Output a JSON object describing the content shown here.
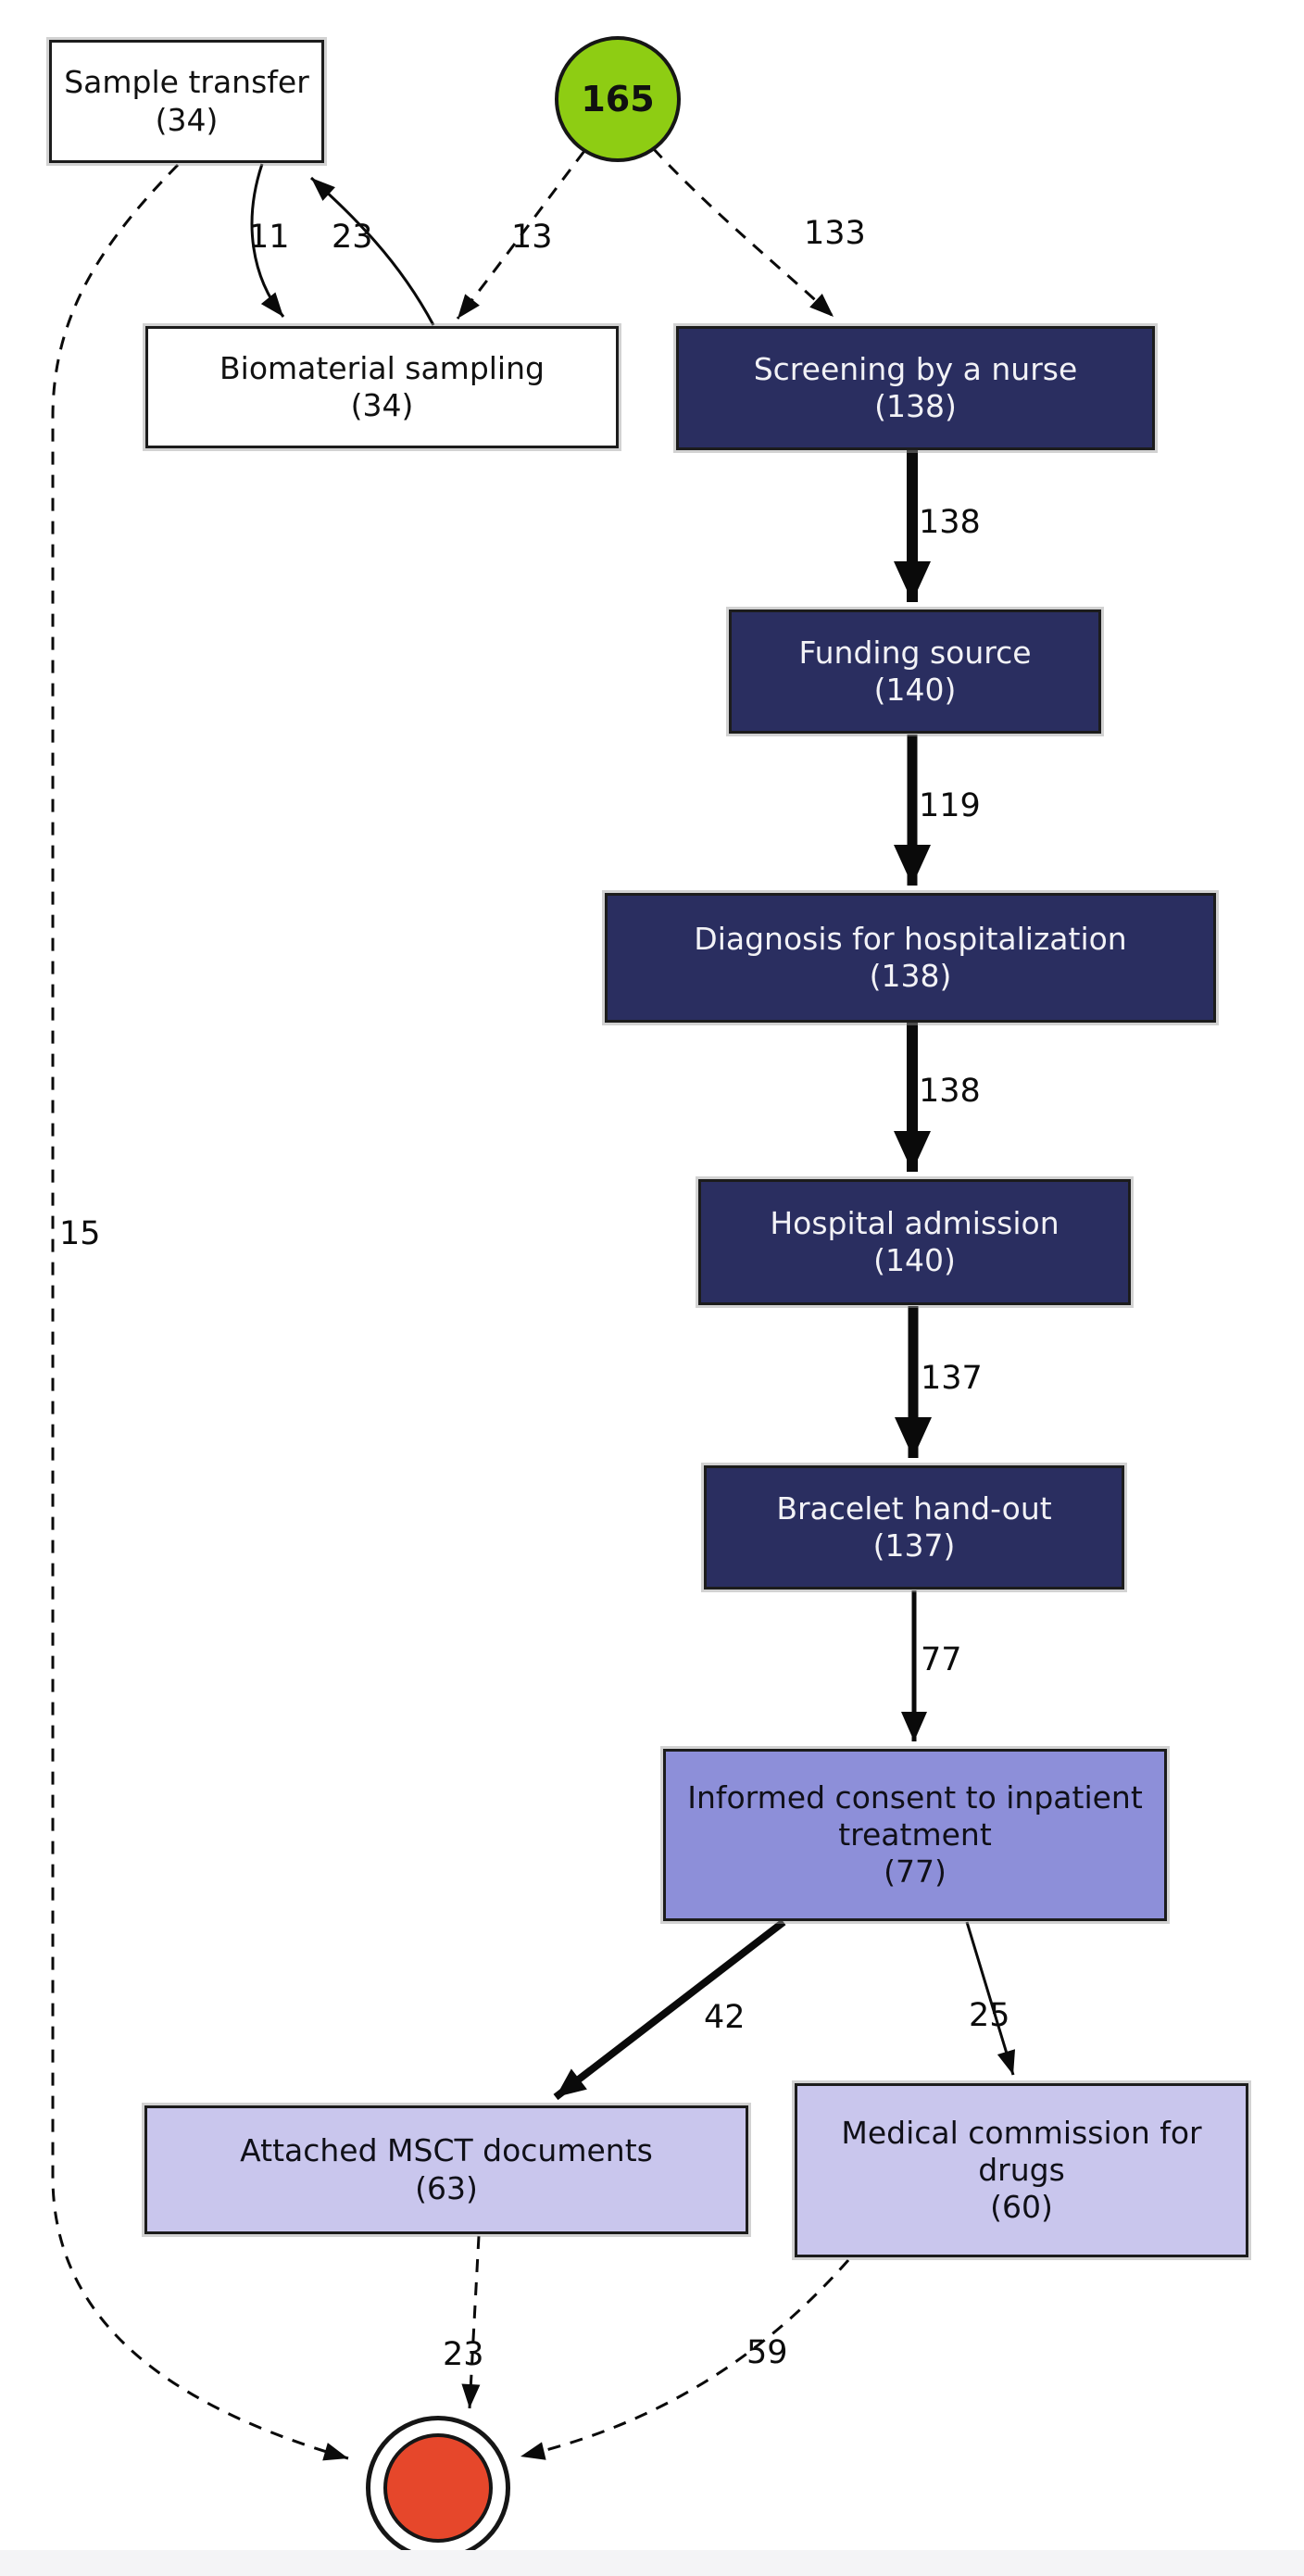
{
  "diagram": {
    "type": "process-map",
    "start_node": {
      "label": "165"
    },
    "nodes": [
      {
        "id": "sample-transfer",
        "label": "Sample transfer",
        "count": "(34)",
        "fill": "#ffffff"
      },
      {
        "id": "biomaterial-sampling",
        "label": "Biomaterial sampling",
        "count": "(34)",
        "fill": "#ffffff"
      },
      {
        "id": "screening-nurse",
        "label": "Screening by a nurse",
        "count": "(138)",
        "fill": "#2a2e60"
      },
      {
        "id": "funding-source",
        "label": "Funding source",
        "count": "(140)",
        "fill": "#2a2e60"
      },
      {
        "id": "diagnosis-hosp",
        "label": "Diagnosis for hospitalization",
        "count": "(138)",
        "fill": "#2a2e60"
      },
      {
        "id": "hospital-admission",
        "label": "Hospital admission",
        "count": "(140)",
        "fill": "#2a2e60"
      },
      {
        "id": "bracelet-handout",
        "label": "Bracelet hand-out",
        "count": "(137)",
        "fill": "#2a2e60"
      },
      {
        "id": "informed-consent",
        "label": "Informed consent to inpatient treatment",
        "count": "(77)",
        "fill": "#8d8fd9"
      },
      {
        "id": "attached-msct",
        "label": "Attached MSCT documents",
        "count": "(63)",
        "fill": "#c9c6ed"
      },
      {
        "id": "medical-commission",
        "label": "Medical commission for drugs",
        "count": "(60)",
        "fill": "#c9c6ed"
      }
    ],
    "edges": [
      {
        "from": "sample-transfer",
        "to": "biomaterial-sampling",
        "label": "11",
        "style": "solid"
      },
      {
        "from": "biomaterial-sampling",
        "to": "sample-transfer",
        "label": "23",
        "style": "solid"
      },
      {
        "from": "start",
        "to": "biomaterial-sampling",
        "label": "13",
        "style": "dashed"
      },
      {
        "from": "start",
        "to": "screening-nurse",
        "label": "133",
        "style": "dashed"
      },
      {
        "from": "screening-nurse",
        "to": "funding-source",
        "label": "138",
        "style": "solid-thick"
      },
      {
        "from": "funding-source",
        "to": "diagnosis-hosp",
        "label": "119",
        "style": "solid-thick"
      },
      {
        "from": "diagnosis-hosp",
        "to": "hospital-admission",
        "label": "138",
        "style": "solid-thick"
      },
      {
        "from": "hospital-admission",
        "to": "bracelet-handout",
        "label": "137",
        "style": "solid-thick"
      },
      {
        "from": "bracelet-handout",
        "to": "informed-consent",
        "label": "77",
        "style": "solid-medium"
      },
      {
        "from": "informed-consent",
        "to": "attached-msct",
        "label": "42",
        "style": "solid-medium"
      },
      {
        "from": "informed-consent",
        "to": "medical-commission",
        "label": "25",
        "style": "solid-thin"
      },
      {
        "from": "attached-msct",
        "to": "end",
        "label": "23",
        "style": "dashed"
      },
      {
        "from": "medical-commission",
        "to": "end",
        "label": "59",
        "style": "dashed"
      },
      {
        "from": "sample-transfer",
        "to": "end",
        "label": "15",
        "style": "dashed"
      }
    ],
    "colors": {
      "start_fill": "#8ecd13",
      "end_fill": "#e6472b",
      "navy_node": "#2a2e60",
      "mid_purple_node": "#8d8fd9",
      "light_purple_node": "#c9c6ed",
      "white_node": "#ffffff",
      "edge": "#0a0a0a"
    }
  }
}
